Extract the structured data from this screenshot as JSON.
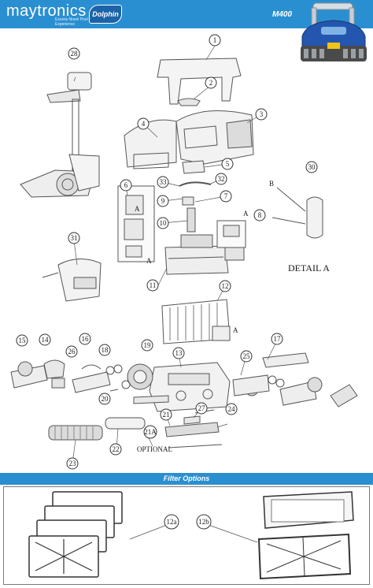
{
  "header": {
    "brand": "maytronics",
    "tagline": "Excess Novel Pool Experience",
    "logo": "Dolphin",
    "model": "M400"
  },
  "diagram": {
    "callouts": [
      "1",
      "2",
      "3",
      "4",
      "5",
      "6",
      "7",
      "8",
      "9",
      "10",
      "11",
      "12",
      "13",
      "14",
      "15",
      "16",
      "17",
      "18",
      "19",
      "20",
      "21",
      "21A",
      "22",
      "23",
      "24",
      "25",
      "26",
      "27",
      "28",
      "30",
      "31",
      "32",
      "33"
    ],
    "letter_labels": [
      "A",
      "A",
      "A",
      "A",
      "B"
    ],
    "detail_label": "DETAIL A",
    "optional_label": "OPTIONAL"
  },
  "filter_section": {
    "title": "Filter Options",
    "callouts": [
      "12a",
      "12b"
    ]
  },
  "colors": {
    "header_blue": "#2a8fd0",
    "line_gray": "#555555"
  }
}
